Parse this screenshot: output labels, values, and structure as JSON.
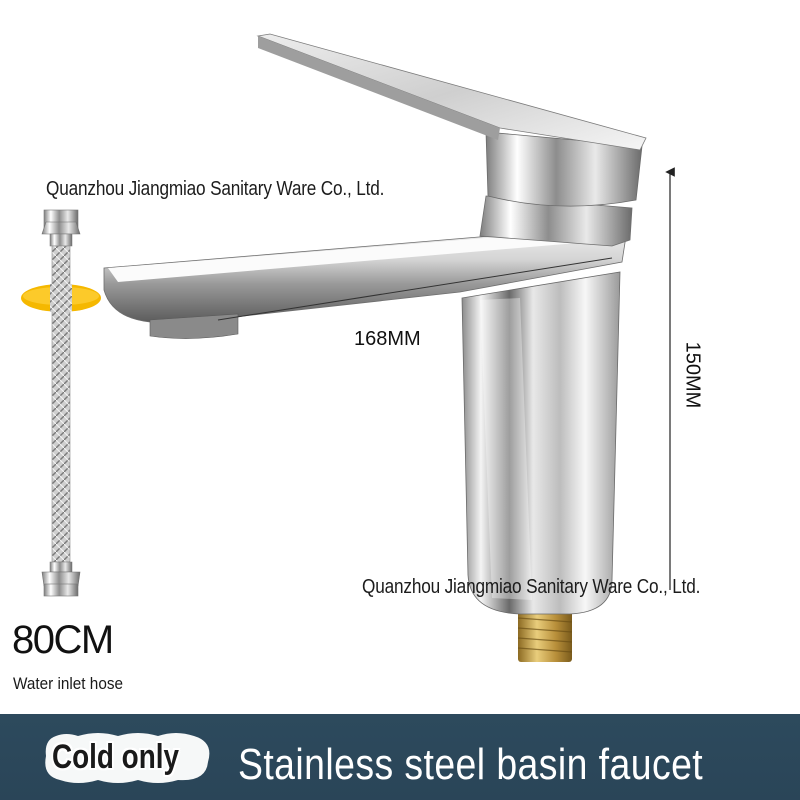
{
  "watermarks": {
    "top": "Quanzhou Jiangmiao Sanitary Ware Co., Ltd.",
    "bottom": "Quanzhou Jiangmiao Sanitary Ware Co., Ltd."
  },
  "dimensions": {
    "spout_length": "168MM",
    "height": "150MM"
  },
  "hose": {
    "length": "80CM",
    "caption": "Water inlet hose"
  },
  "banner": {
    "badge": "Cold only",
    "title": "Stainless steel basin faucet"
  },
  "colors": {
    "banner": "#2c485b",
    "hose_clip": "#f5b800",
    "brass_thread": "#c9a24a"
  }
}
